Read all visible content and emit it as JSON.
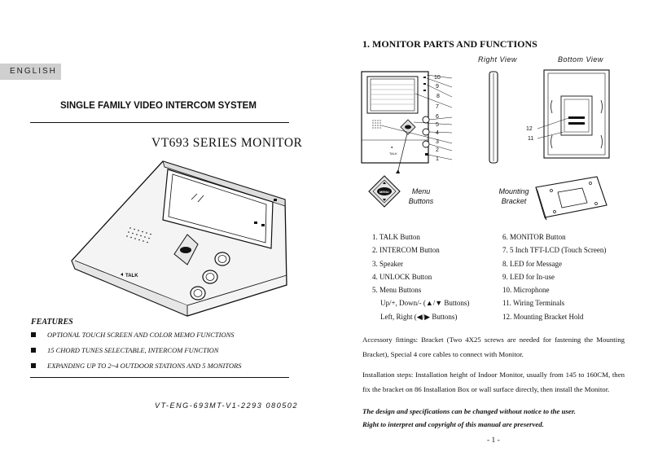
{
  "left_page": {
    "language_tab": "ENGLISH",
    "system_title": "SINGLE FAMILY VIDEO INTERCOM SYSTEM",
    "model_title": "VT693  SERIES MONITOR",
    "monitor_talk_label": "TALK",
    "features_heading": "FEATURES",
    "features": [
      "OPTIONAL TOUCH SCREEN AND COLOR MEMO FUNCTIONS",
      "15 CHORD TUNES SELECTABLE, INTERCOM FUNCTION",
      "EXPANDING UP TO 2~4 OUTDOOR STATIONS AND 5 MONITORS"
    ],
    "doc_id": "VT-ENG-693MT-V1-2293  080502"
  },
  "right_page": {
    "section_title": "1. MONITOR PARTS AND FUNCTIONS",
    "right_view_label": "Right  View",
    "bottom_view_label": "Bottom  View",
    "menu_buttons_label": [
      "Menu",
      "Buttons"
    ],
    "mounting_bracket_label": [
      "Mounting",
      "Bracket"
    ],
    "menu_key_label": "MENU",
    "front_talk_label": "TALK",
    "callout_numbers": [
      "10",
      "9",
      "8",
      "7",
      "6",
      "5",
      "4",
      "3",
      "2",
      "1"
    ],
    "bottom_callouts": [
      "12",
      "11"
    ],
    "parts_left": [
      "1. TALK Button",
      "2. INTERCOM Button",
      "3. Speaker",
      "4. UNLOCK Button",
      "5. Menu Buttons",
      "Up/+, Down/- (▲/▼ Buttons)",
      "Left, Right (◀/▶ Buttons)"
    ],
    "parts_right": [
      "6. MONITOR Button",
      "7. 5 Inch TFT-LCD (Touch Screen)",
      "8. LED for Message",
      "9. LED for In-use",
      "10. Microphone",
      "11. Wiring Terminals",
      "12. Mounting Bracket Hold"
    ],
    "accessory_text": "Accessory fittings: Bracket (Two 4X25 screws are needed for fastening the Mounting Bracket), Special 4 core cables to connect with Monitor.",
    "installation_text": "Installation steps: Installation height of Indoor Monitor, usually from 145 to 160CM, then fix the bracket on 86 Installation Box or wall surface directly, then install the Monitor.",
    "notes": [
      "The design and specifications can be changed without notice to the user.",
      "Right to interpret and copyright of this manual are preserved."
    ],
    "page_number": "- 1 -"
  }
}
